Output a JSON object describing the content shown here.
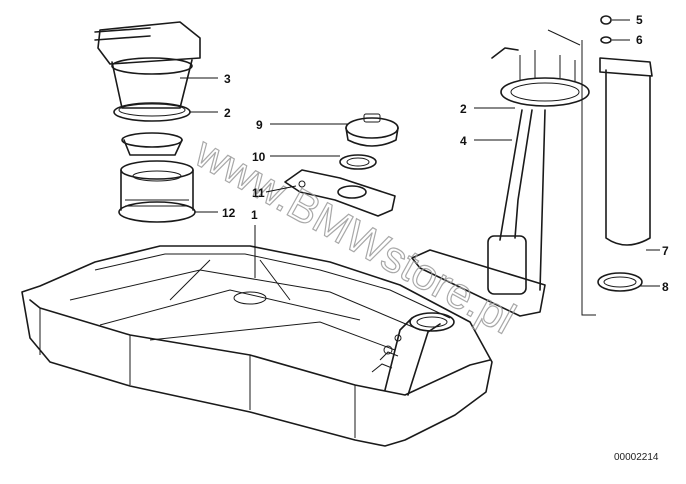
{
  "diagram": {
    "document_number": "00002214",
    "watermark": "www.BMWstore.pl",
    "callouts": [
      {
        "id": "c1",
        "label": "1"
      },
      {
        "id": "c2a",
        "label": "2"
      },
      {
        "id": "c2b",
        "label": "2"
      },
      {
        "id": "c3",
        "label": "3"
      },
      {
        "id": "c4",
        "label": "4"
      },
      {
        "id": "c5",
        "label": "5"
      },
      {
        "id": "c6",
        "label": "6"
      },
      {
        "id": "c7",
        "label": "7"
      },
      {
        "id": "c8",
        "label": "8"
      },
      {
        "id": "c9",
        "label": "9"
      },
      {
        "id": "c10",
        "label": "10"
      },
      {
        "id": "c11",
        "label": "11"
      },
      {
        "id": "c12",
        "label": "12"
      }
    ]
  }
}
